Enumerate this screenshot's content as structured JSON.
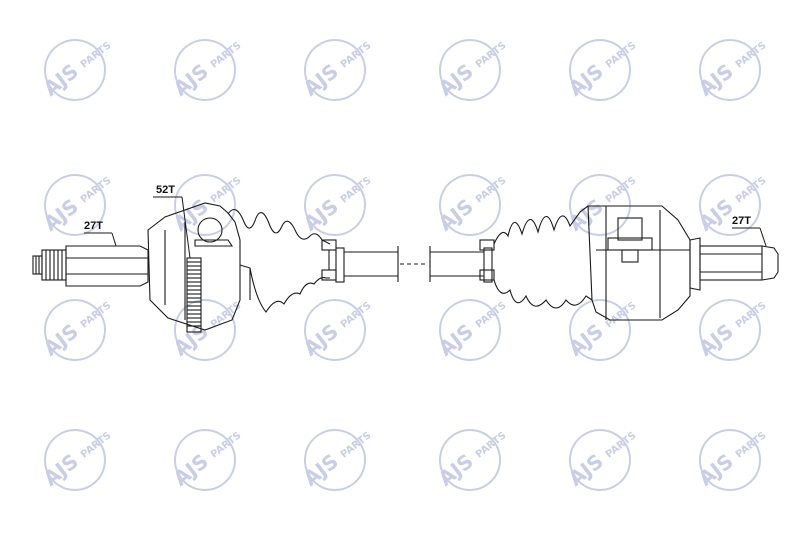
{
  "watermark": {
    "brand": "AJS",
    "word": "PARTS",
    "color": "#8a93c8"
  },
  "labels": {
    "spline_left": "27T",
    "abs_ring": "52T",
    "spline_right": "27T"
  },
  "colors": {
    "line": "#1a1a1a",
    "background": "#ffffff"
  }
}
